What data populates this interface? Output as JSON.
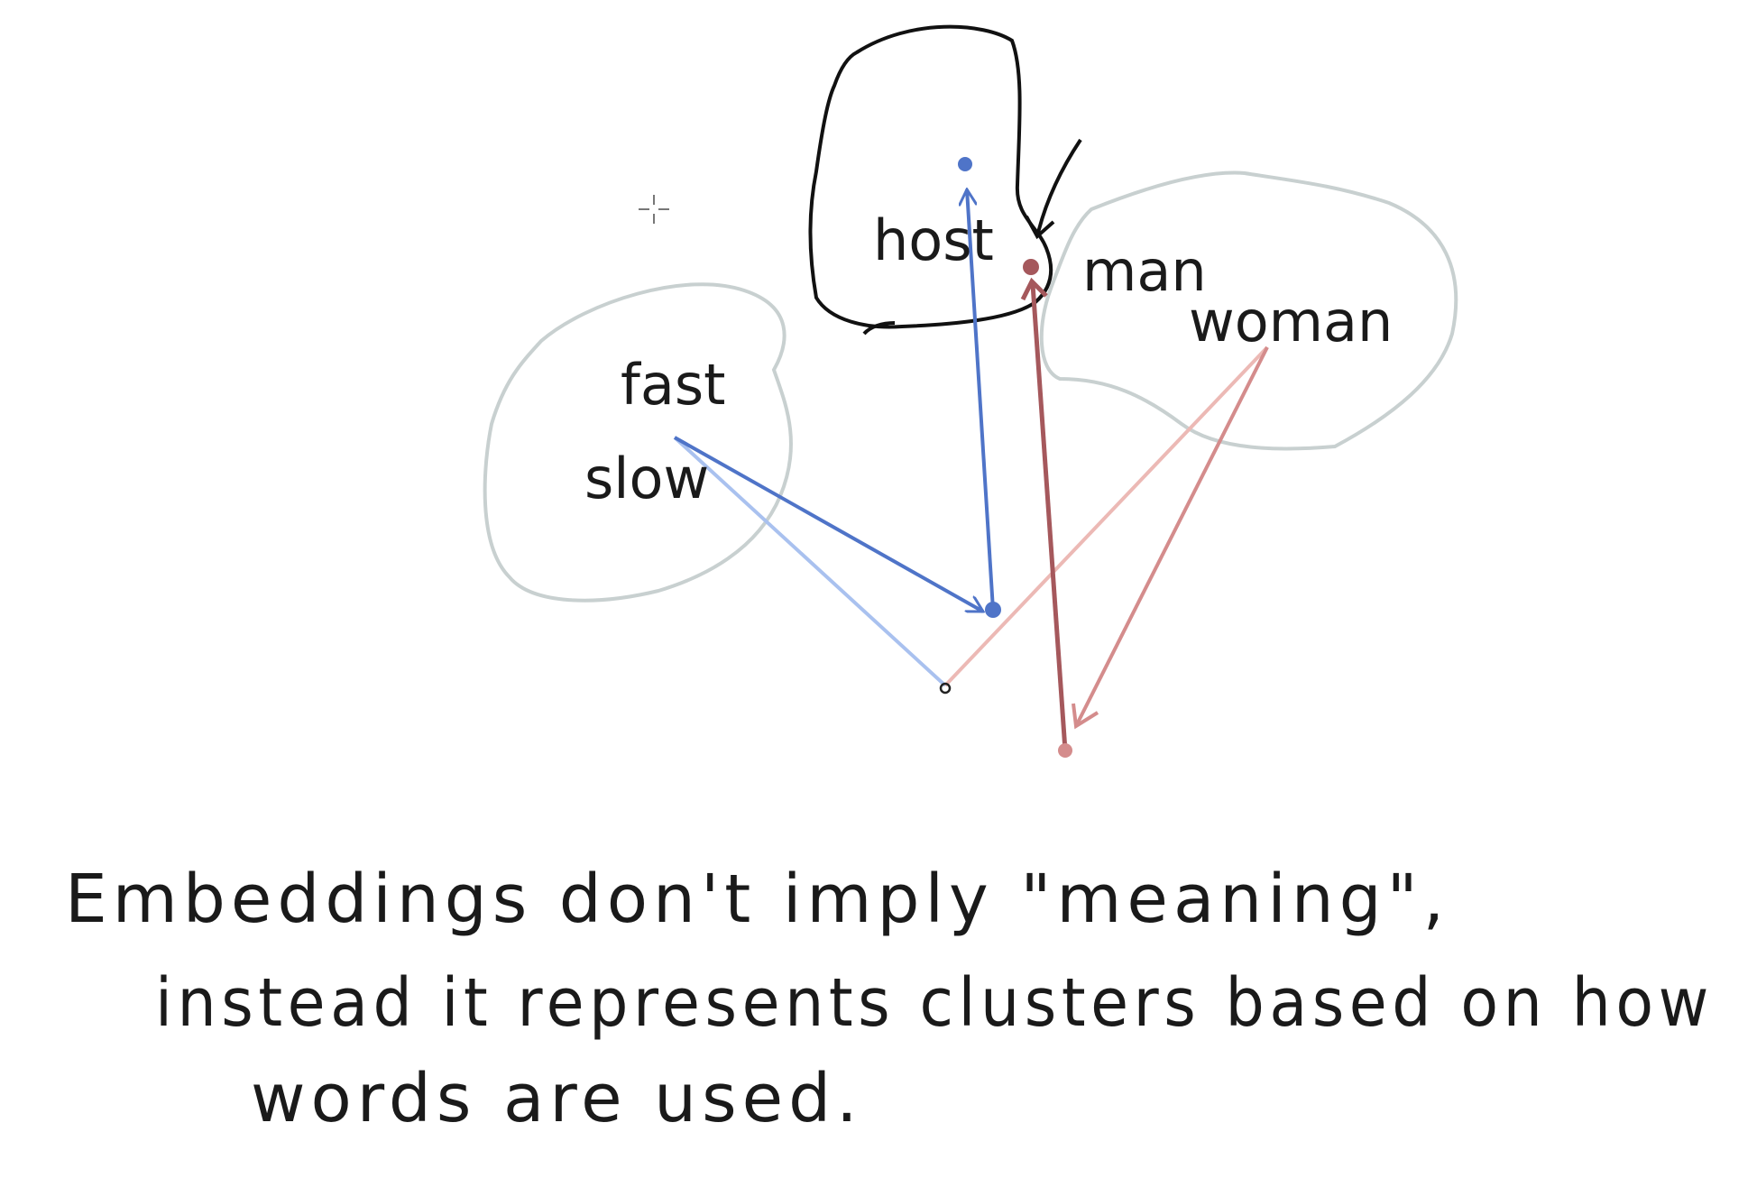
{
  "words": {
    "host": "host",
    "man": "man",
    "woman": "woman",
    "fast": "fast",
    "slow": "slow"
  },
  "caption": {
    "line1": "Embeddings don't imply \"meaning\",",
    "line2": "instead it represents clusters based on how",
    "line3": "words are used."
  },
  "colors": {
    "ink": "#1a1a1a",
    "cluster_outline": "#c8d0d0",
    "blue_dark": "#4f74c8",
    "blue_light": "#a9c1ef",
    "red_dark": "#a5585c",
    "red_mid": "#d48c8c",
    "red_light": "#ecb9b5"
  },
  "icons": {
    "cursor": "crosshair-cursor-icon"
  }
}
